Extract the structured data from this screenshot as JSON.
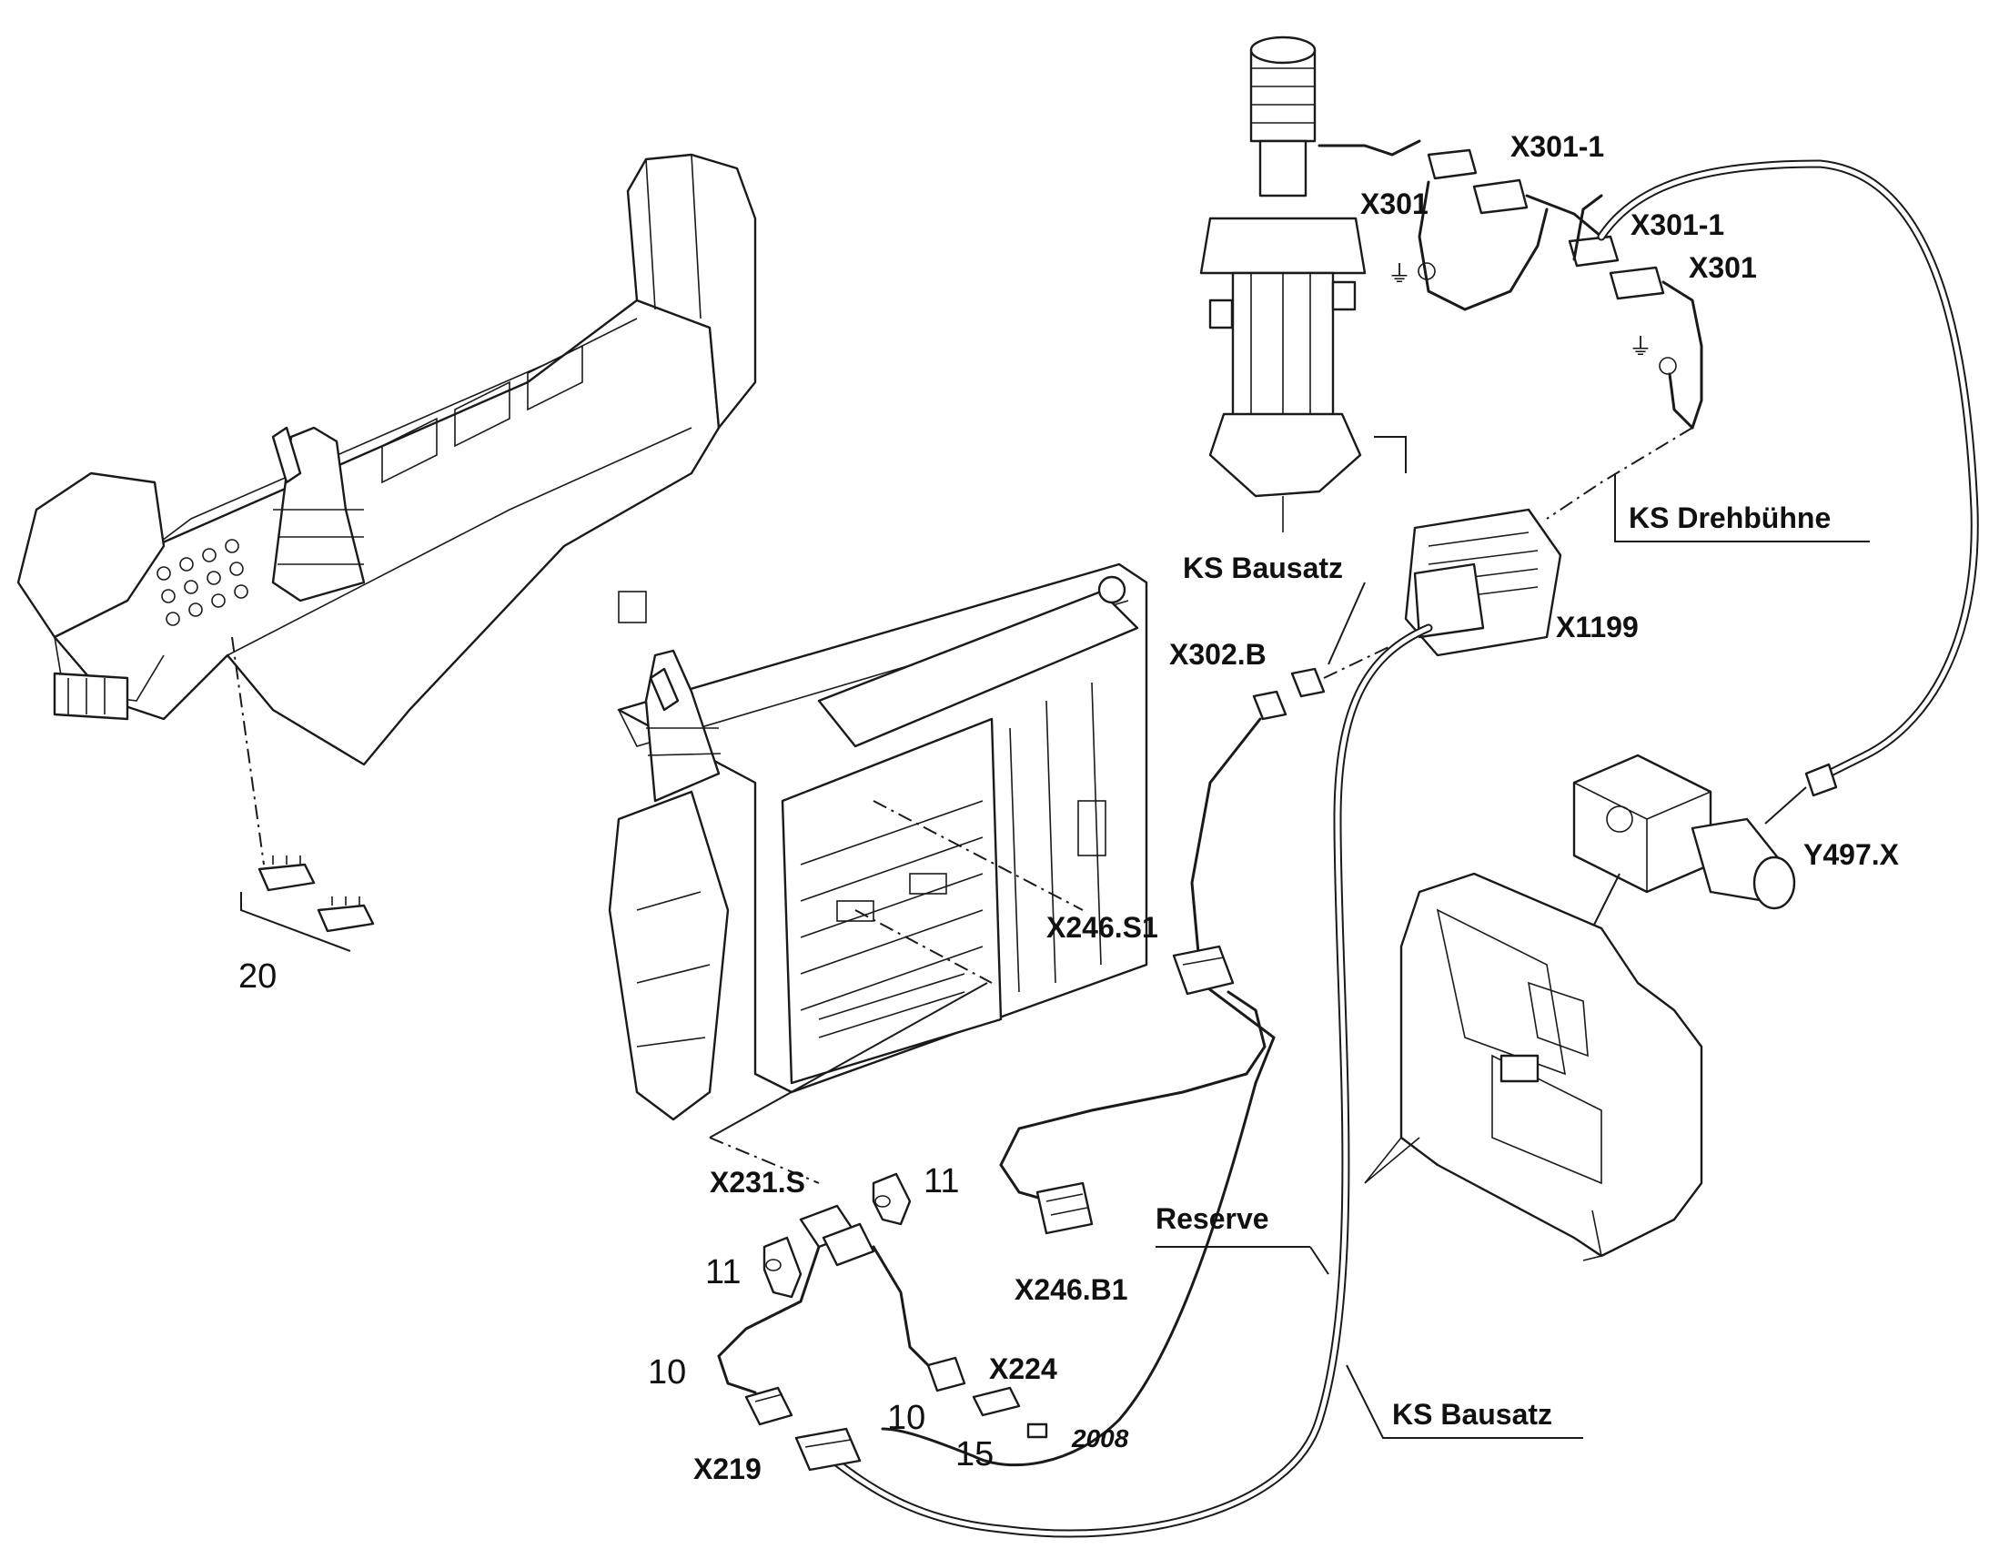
{
  "labels": {
    "x301_top": "X301",
    "x301_1_top": "X301-1",
    "x301_1_right": "X301-1",
    "x301_right": "X301",
    "ks_drehbuehne": "KS Drehbühne",
    "ks_bausatz_top": "KS Bausatz",
    "x302_b": "X302.B",
    "x1199": "X1199",
    "y497_x": "Y497.X",
    "x246_s1": "X246.S1",
    "x231_s": "X231.S",
    "x246_b1": "X246.B1",
    "reserve": "Reserve",
    "x224": "X224",
    "x219": "X219",
    "ks_bausatz_bottom": "KS Bausatz",
    "date_code": "2008"
  },
  "part_numbers": {
    "p20": "20",
    "p11_right": "11",
    "p11_left": "11",
    "p10_left": "10",
    "p10_right": "10",
    "p15": "15"
  },
  "ground_symbol": "⏚",
  "colors": {
    "line": "#1a1a1a",
    "background": "#ffffff"
  }
}
